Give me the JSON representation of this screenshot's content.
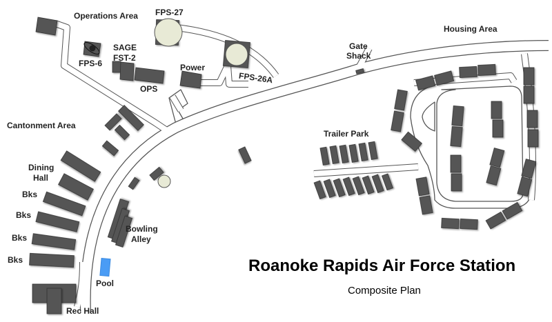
{
  "title": "Roanoke Rapids Air Force Station",
  "subtitle": "Composite Plan",
  "labels": {
    "operations_area": "Operations Area",
    "fps27": "FPS-27",
    "fps6": "FPS-6",
    "sage": "SAGE",
    "fst2": "FST-2",
    "ops": "OPS",
    "power": "Power",
    "fps26a": "FPS-26A",
    "gate": "Gate",
    "shack": "Shack",
    "housing_area": "Housing Area",
    "cantonment_area": "Cantonment Area",
    "trailer_park": "Trailer Park",
    "dining": "Dining",
    "hall": "Hall",
    "bks1": "Bks",
    "bks2": "Bks",
    "bks3": "Bks",
    "bks4": "Bks",
    "bowling": "Bowling",
    "alley": "Alley",
    "pool": "Pool",
    "rec_hall": "Rec Hall"
  },
  "colors": {
    "building": "#555555",
    "radome": "#e8ead6",
    "pool": "#4a9cf5"
  }
}
